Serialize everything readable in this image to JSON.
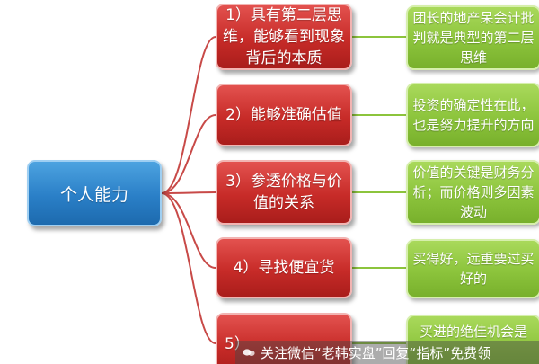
{
  "root": {
    "label": "个人能力"
  },
  "branches": [
    {
      "label": "1）具有第二层思维，能够看到现象背后的本质",
      "note": "团长的地产呆会计批判就是典型的第二层思维"
    },
    {
      "label": "2）能够准确估值",
      "note": "投资的确定性在此，也是努力提升的方向"
    },
    {
      "label": "3）参透价格与价值的关系",
      "note": "价值的关键是财务分析；而价格则多因素波动"
    },
    {
      "label": "4）寻找便宜货",
      "note": "买得好，远重要过买好的"
    },
    {
      "label": "5）",
      "note": "买进的绝佳机会是"
    }
  ],
  "watermark": {
    "text": "关注微信“老韩实盘”回复“指标”免费领"
  },
  "colors": {
    "root": "#2a7fc7",
    "branch": "#c72b28",
    "note": "#8cc43c",
    "connector": "#c84a48"
  }
}
